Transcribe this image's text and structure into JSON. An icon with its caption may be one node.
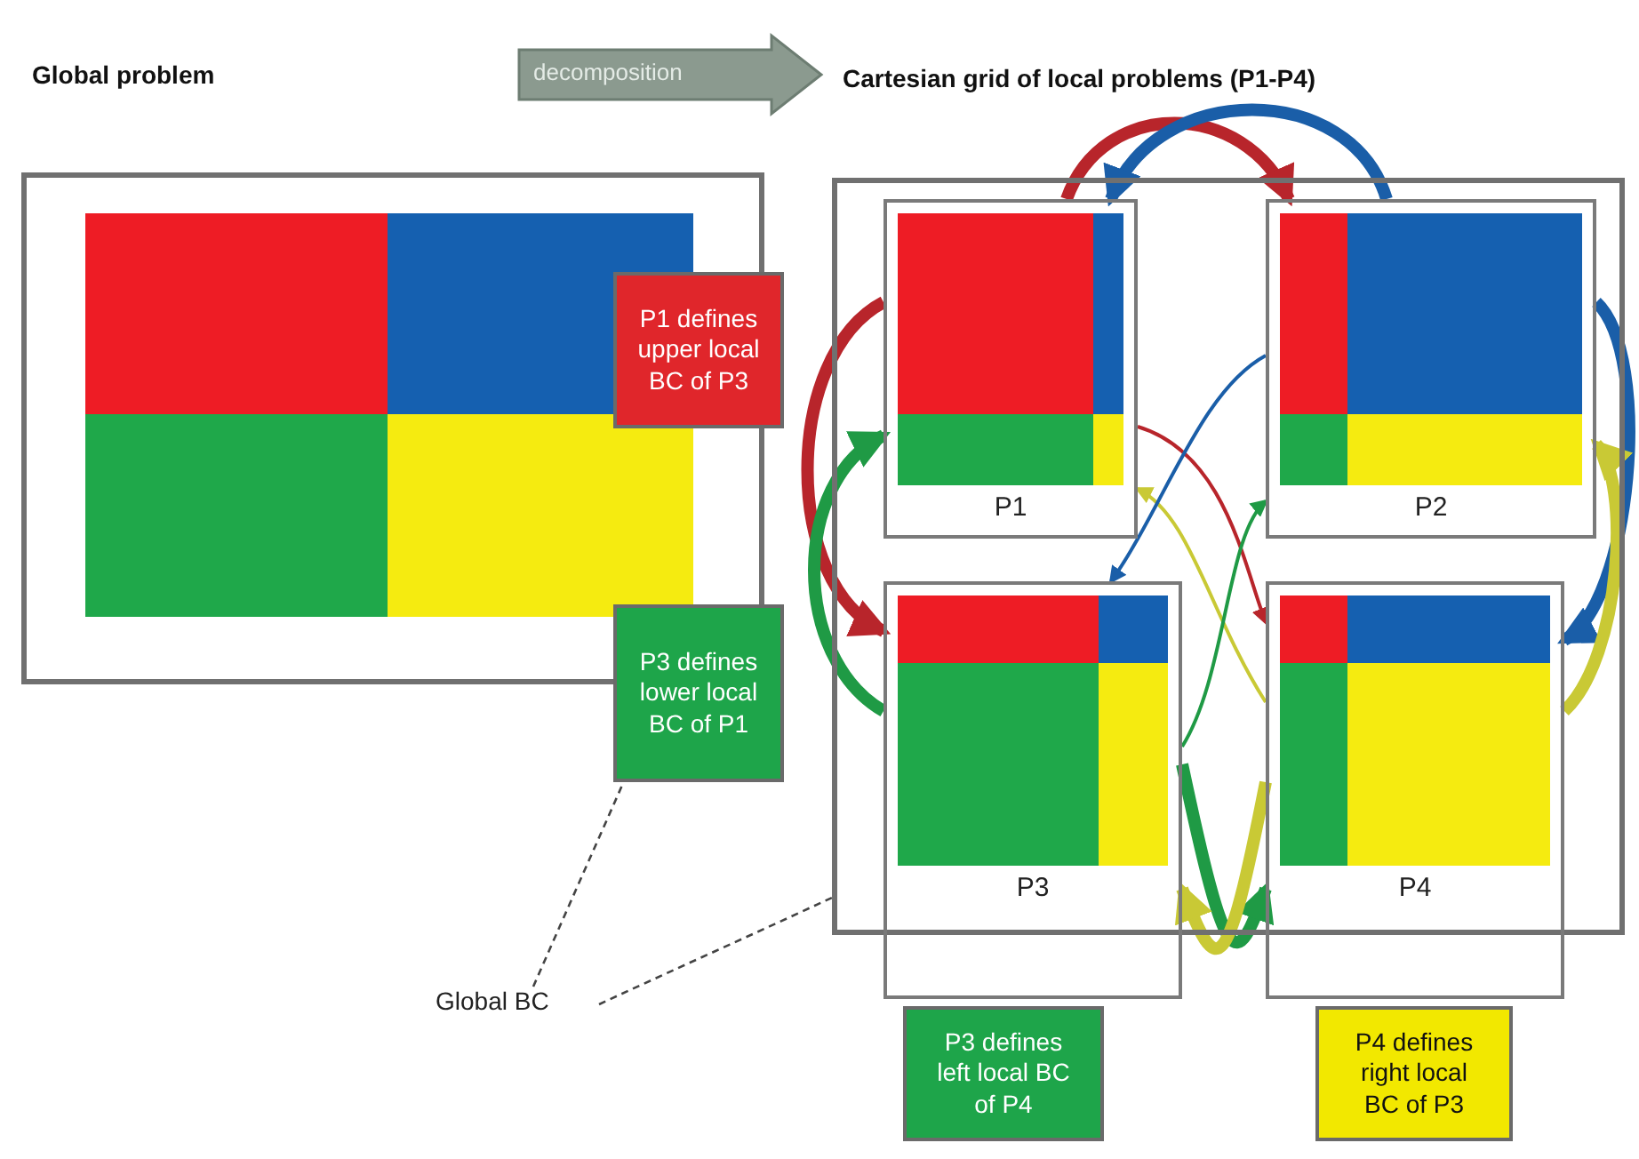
{
  "diagram": {
    "nodes": [
      {
        "text": [
          "Global problem"
        ]
      },
      {
        "text": [
          "Cartesian grid of local problems (P1-P4)"
        ]
      },
      {
        "text": [
          "P1"
        ],
        "in": 1
      },
      {
        "text": [
          "P2"
        ],
        "in": 1
      },
      {
        "text": [
          "P3"
        ],
        "in": 1
      },
      {
        "text": [
          "P4"
        ],
        "in": 1
      },
      {
        "text": [
          "P1 defines upper local BC of P3"
        ]
      },
      {
        "text": [
          "P3 defines lower local BC of P1"
        ]
      },
      {
        "text": [
          "P3 defines left local BC of P4"
        ]
      },
      {
        "text": [
          "P4 defines right local BC of P3"
        ]
      },
      {
        "text": [
          "Global BC"
        ]
      }
    ],
    "edges": [
      {
        "from": 0,
        "to": 1,
        "arrow": "to",
        "label": "decomposition",
        "style": "thick",
        "color": "#8b9a8f"
      },
      {
        "from": 2,
        "to": 3,
        "arrow": "to",
        "color": "#b8252b"
      },
      {
        "from": 3,
        "to": 2,
        "arrow": "to",
        "color": "#1a5ea8"
      },
      {
        "from": 2,
        "to": 4,
        "arrow": "to",
        "color": "#b8252b"
      },
      {
        "from": 4,
        "to": 2,
        "arrow": "to",
        "color": "#1f9a45"
      },
      {
        "from": 3,
        "to": 5,
        "arrow": "to",
        "color": "#1a5ea8"
      },
      {
        "from": 5,
        "to": 3,
        "arrow": "to",
        "color": "#c9c935"
      },
      {
        "from": 4,
        "to": 5,
        "arrow": "to",
        "color": "#1f9a45"
      },
      {
        "from": 5,
        "to": 4,
        "arrow": "to",
        "color": "#c9c935"
      },
      {
        "from": 2,
        "to": 5,
        "arrow": "to",
        "color": "#b8252b"
      },
      {
        "from": 5,
        "to": 2,
        "arrow": "to",
        "color": "#c9c935"
      },
      {
        "from": 3,
        "to": 4,
        "arrow": "to",
        "color": "#1a5ea8"
      },
      {
        "from": 4,
        "to": 3,
        "arrow": "to",
        "color": "#1f9a45"
      },
      {
        "from": 10,
        "to": 0,
        "arrow": "none",
        "style": "dashed",
        "color": "#444444"
      },
      {
        "from": 10,
        "to": 1,
        "arrow": "none",
        "style": "dashed",
        "color": "#444444"
      }
    ]
  }
}
